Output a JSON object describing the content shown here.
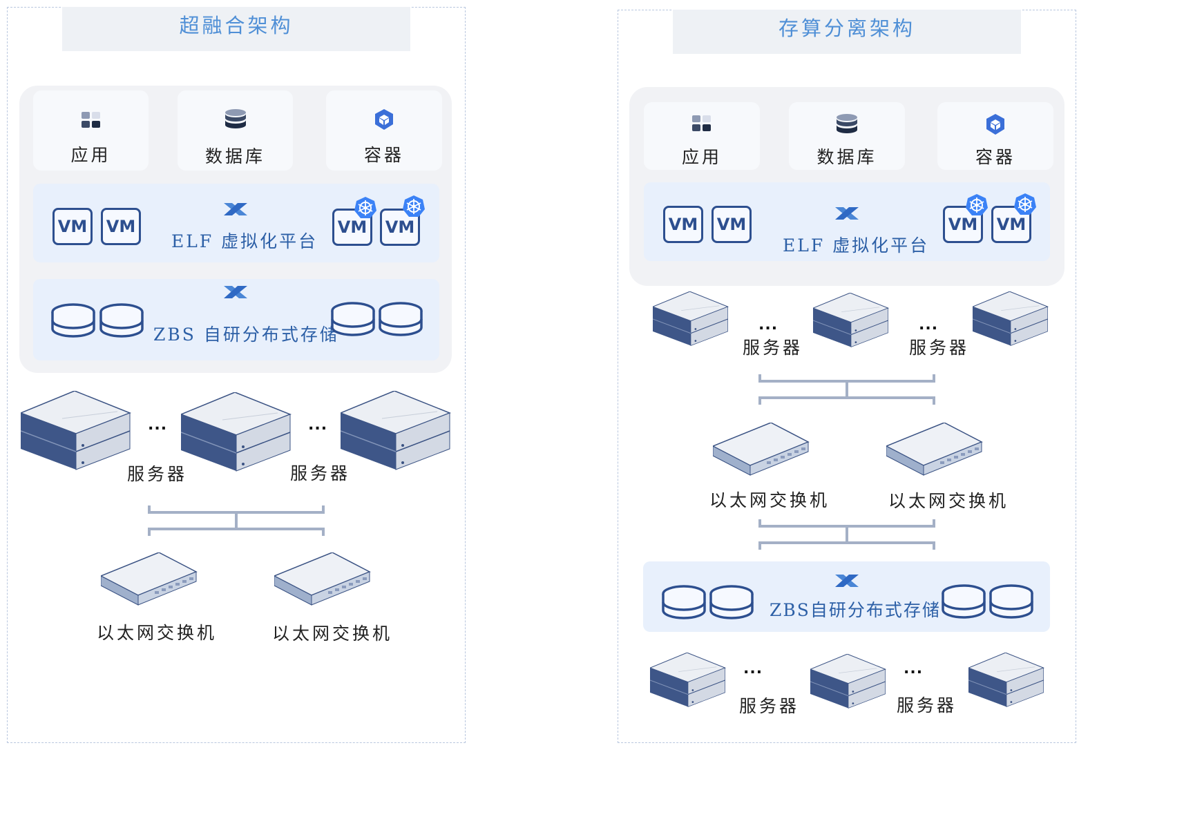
{
  "left": {
    "title": "超融合架构",
    "tiles": [
      {
        "label": "应用",
        "icon": "app-grid-icon"
      },
      {
        "label": "数据库",
        "icon": "database-icon"
      },
      {
        "label": "容器",
        "icon": "container-icon"
      }
    ],
    "virtualization": {
      "vm_label": "VM",
      "platform_label": "ELF  虚拟化平台"
    },
    "storage": {
      "label": "ZBS  自研分布式存储"
    },
    "servers": {
      "dots": "...",
      "labels": [
        "服务器",
        "服务器"
      ]
    },
    "switches": {
      "labels": [
        "以太网交换机",
        "以太网交换机"
      ]
    }
  },
  "right": {
    "title": "存算分离架构",
    "tiles": [
      {
        "label": "应用",
        "icon": "app-grid-icon"
      },
      {
        "label": "数据库",
        "icon": "database-icon"
      },
      {
        "label": "容器",
        "icon": "container-icon"
      }
    ],
    "virtualization": {
      "vm_label": "VM",
      "platform_label": "ELF  虚拟化平台"
    },
    "compute_servers": {
      "dots": "...",
      "labels": [
        "服务器",
        "服务器"
      ]
    },
    "switches": {
      "labels": [
        "以太网交换机",
        "以太网交换机"
      ]
    },
    "storage": {
      "label": "ZBS自研分布式存储"
    },
    "storage_servers": {
      "dots": "...",
      "labels": [
        "服务器",
        "服务器"
      ]
    }
  },
  "colors": {
    "title_text": "#4f8fd6",
    "band_bg": "#e8f0fc",
    "outline_blue": "#2d4f8f",
    "k8s_blue": "#3b82f6",
    "connector_gray": "#a4b0c6"
  }
}
